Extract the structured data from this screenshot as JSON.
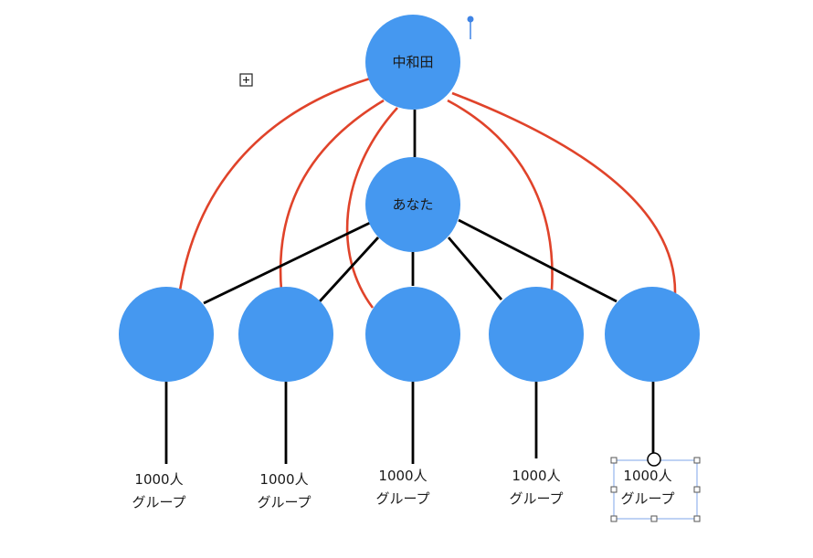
{
  "colors": {
    "node_fill": "#4598F0",
    "red_edge": "#E0432A",
    "black_edge": "#000000",
    "selection": "#7FA6E8",
    "pin": "#3F84E5"
  },
  "toolbar": {
    "add_icon": "plus-box-icon",
    "pin_icon": "rotation-pin-icon"
  },
  "nodes": {
    "top": {
      "label": "中和田"
    },
    "middle": {
      "label": "あなた"
    },
    "bottom": [
      {
        "label": ""
      },
      {
        "label": ""
      },
      {
        "label": ""
      },
      {
        "label": ""
      },
      {
        "label": ""
      }
    ]
  },
  "groups": [
    {
      "line1": "1000人",
      "line2": "グループ"
    },
    {
      "line1": "1000人",
      "line2": "グループ"
    },
    {
      "line1": "1000人",
      "line2": "グループ"
    },
    {
      "line1": "1000人",
      "line2": "グループ"
    },
    {
      "line1": "1000人",
      "line2": "グループ"
    }
  ]
}
